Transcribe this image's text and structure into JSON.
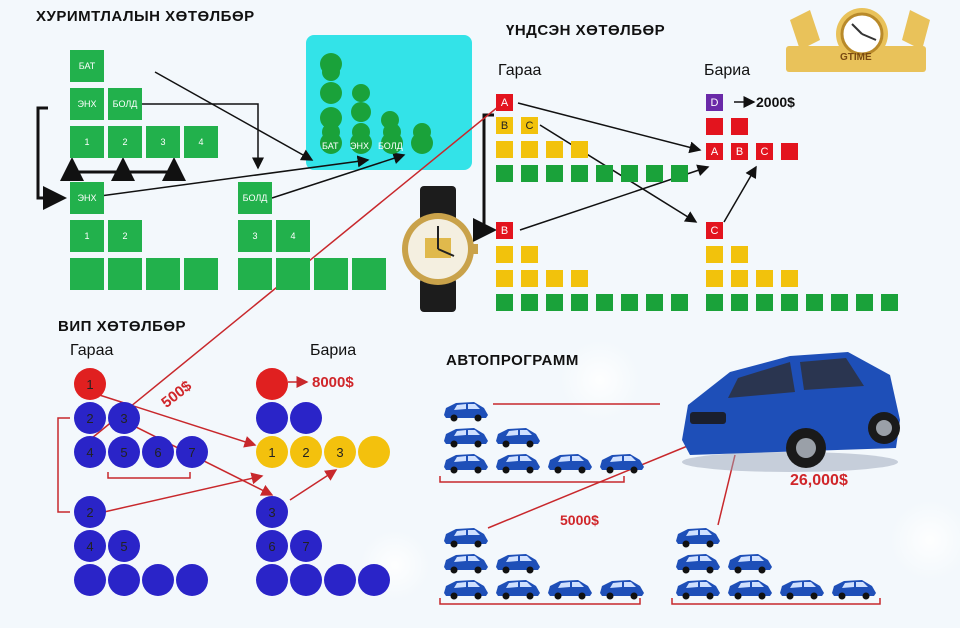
{
  "sections": {
    "savings_plan": "ХУРИМТЛАЛЫН ХӨТӨЛБӨР",
    "main_plan": "ҮНДСЭН ХӨТӨЛБӨР",
    "vip_plan": "ВИП ХӨТӨЛБӨР",
    "auto_program": "АВТОПРОГРАММ"
  },
  "columns": {
    "left": "Гараа",
    "right": "Бариа"
  },
  "savings_labels": [
    "БАТ",
    "ЭНХ",
    "БОЛД"
  ],
  "numbers": [
    "1",
    "2",
    "3",
    "4",
    "5",
    "6",
    "7"
  ],
  "letters": [
    "A",
    "B",
    "C",
    "D"
  ],
  "amounts": {
    "main_reward": "2000$",
    "vip_reward": "8000$",
    "vip_entry": "500$",
    "auto_entry": "5000$",
    "auto_reward": "26,000$"
  },
  "logo_text": "GTIME",
  "colors": {
    "green": "#22b14c",
    "teal_panel": "#33e3e8",
    "red": "#e3141e",
    "yellow": "#f2c20c",
    "blue": "#2a24c8",
    "purple": "#6a2aa8",
    "car_blue": "#1e4fb8",
    "arrow_red": "#c8282c"
  }
}
